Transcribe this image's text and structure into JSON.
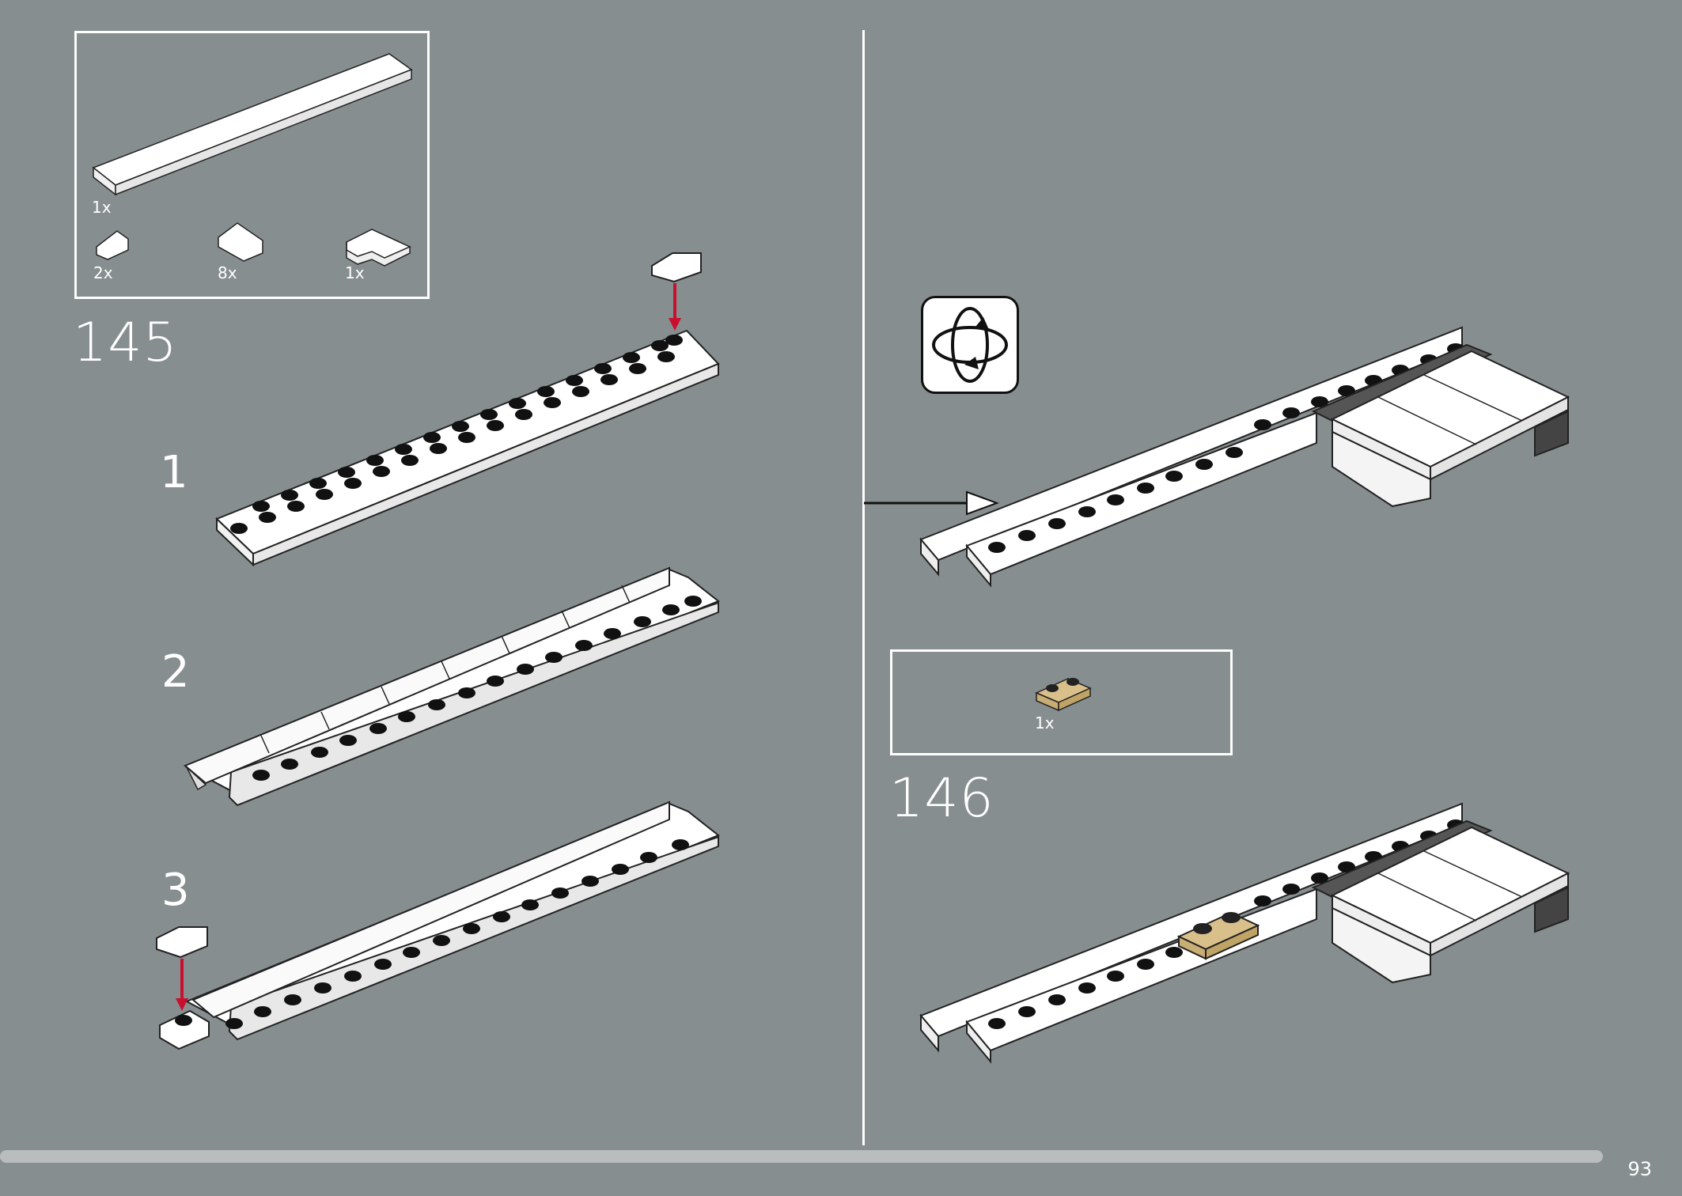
{
  "page": {
    "number": "93",
    "background_color": "#878e90",
    "progress_fraction": 1.0
  },
  "step145": {
    "number": "145",
    "parts": [
      {
        "name": "plate-2x16-white",
        "qty": "1x"
      },
      {
        "name": "slope-white-small",
        "qty": "2x"
      },
      {
        "name": "slope-white",
        "qty": "8x"
      },
      {
        "name": "plate-corner-white",
        "qty": "1x"
      }
    ],
    "substeps": [
      "1",
      "2",
      "3"
    ]
  },
  "step146": {
    "number": "146",
    "parts": [
      {
        "name": "plate-1x2-tan",
        "qty": "1x"
      }
    ]
  },
  "icons": {
    "rotate": "rotate-model-icon",
    "arrow": "placement-arrow-icon"
  },
  "colors": {
    "arrow_red": "#c8102e",
    "tan": "#d9c08a",
    "white": "#ffffff"
  }
}
